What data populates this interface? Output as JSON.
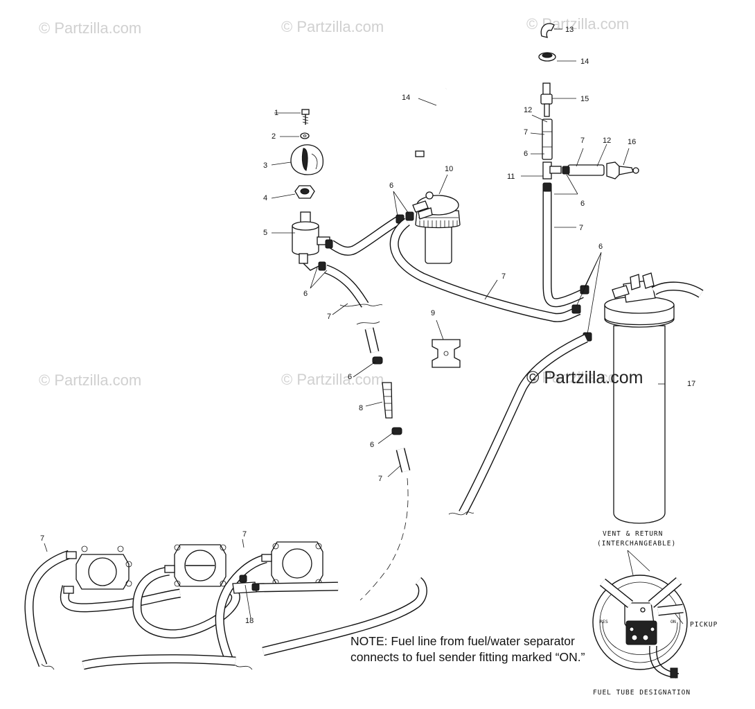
{
  "watermarks": [
    "© Partzilla.com",
    "© Partzilla.com",
    "© Partzilla.com",
    "© Partzilla.com",
    "© Partzilla.com",
    "© Partzilla.com"
  ],
  "center_watermark": "© Partzilla.com",
  "callouts": {
    "c13": "13",
    "c14a": "14",
    "c15": "15",
    "c12a": "12",
    "c7a": "7",
    "c6a": "6",
    "c11": "11",
    "c7b": "7",
    "c12b": "12",
    "c16": "16",
    "c6b": "6",
    "c7c": "7",
    "c14b": "14",
    "c10": "10",
    "c6c": "6",
    "c1": "1",
    "c2": "2",
    "c3": "3",
    "c4": "4",
    "c5": "5",
    "c6d": "6",
    "c7d": "7",
    "c7e": "7",
    "c6e": "6",
    "c9": "9",
    "c17": "17",
    "c6f": "6",
    "c8": "8",
    "c6g": "6",
    "c7f": "7",
    "c7g": "7",
    "c7h": "7",
    "c18": "18"
  },
  "note_text": "NOTE:  Fuel line from fuel/water separator connects to fuel sender fitting marked “ON.”",
  "inset": {
    "vent_label_1": "VENT & RETURN",
    "vent_label_2": "(INTERCHANGEABLE)",
    "pickup_label": "PICKUP",
    "designation_label": "FUEL TUBE DESIGNATION",
    "res_label": "RES",
    "on_label": "ON"
  }
}
